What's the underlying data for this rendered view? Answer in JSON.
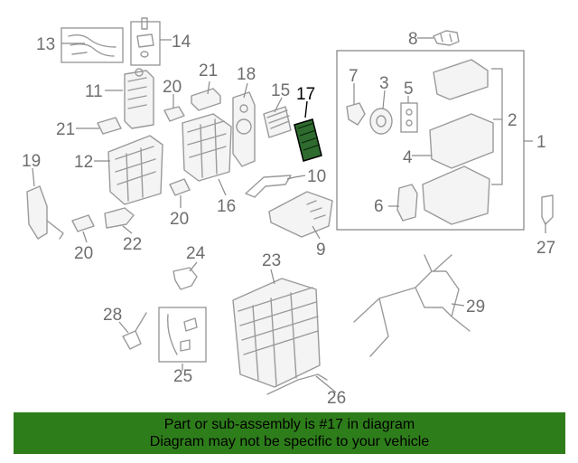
{
  "diagram": {
    "highlighted_part": "17",
    "labels": {
      "l1": "1",
      "l2": "2",
      "l3": "3",
      "l4": "4",
      "l5": "5",
      "l6": "6",
      "l7": "7",
      "l8": "8",
      "l9": "9",
      "l10": "10",
      "l11": "11",
      "l12": "12",
      "l13": "13",
      "l14": "14",
      "l15": "15",
      "l16": "16",
      "l17": "17",
      "l18": "18",
      "l19": "19",
      "l20a": "20",
      "l20b": "20",
      "l20c": "20",
      "l21a": "21",
      "l21b": "21",
      "l22": "22",
      "l23": "23",
      "l24": "24",
      "l25": "25",
      "l26": "26",
      "l27": "27",
      "l28": "28",
      "l29": "29"
    },
    "colors": {
      "highlight_part": "#1f5e1f",
      "banner": "#2e7d1b",
      "outline": "#9a9a9a"
    }
  },
  "banner": {
    "line1": "Part or sub-assembly is #17 in diagram",
    "line2": "Diagram may not be specific to your vehicle"
  }
}
